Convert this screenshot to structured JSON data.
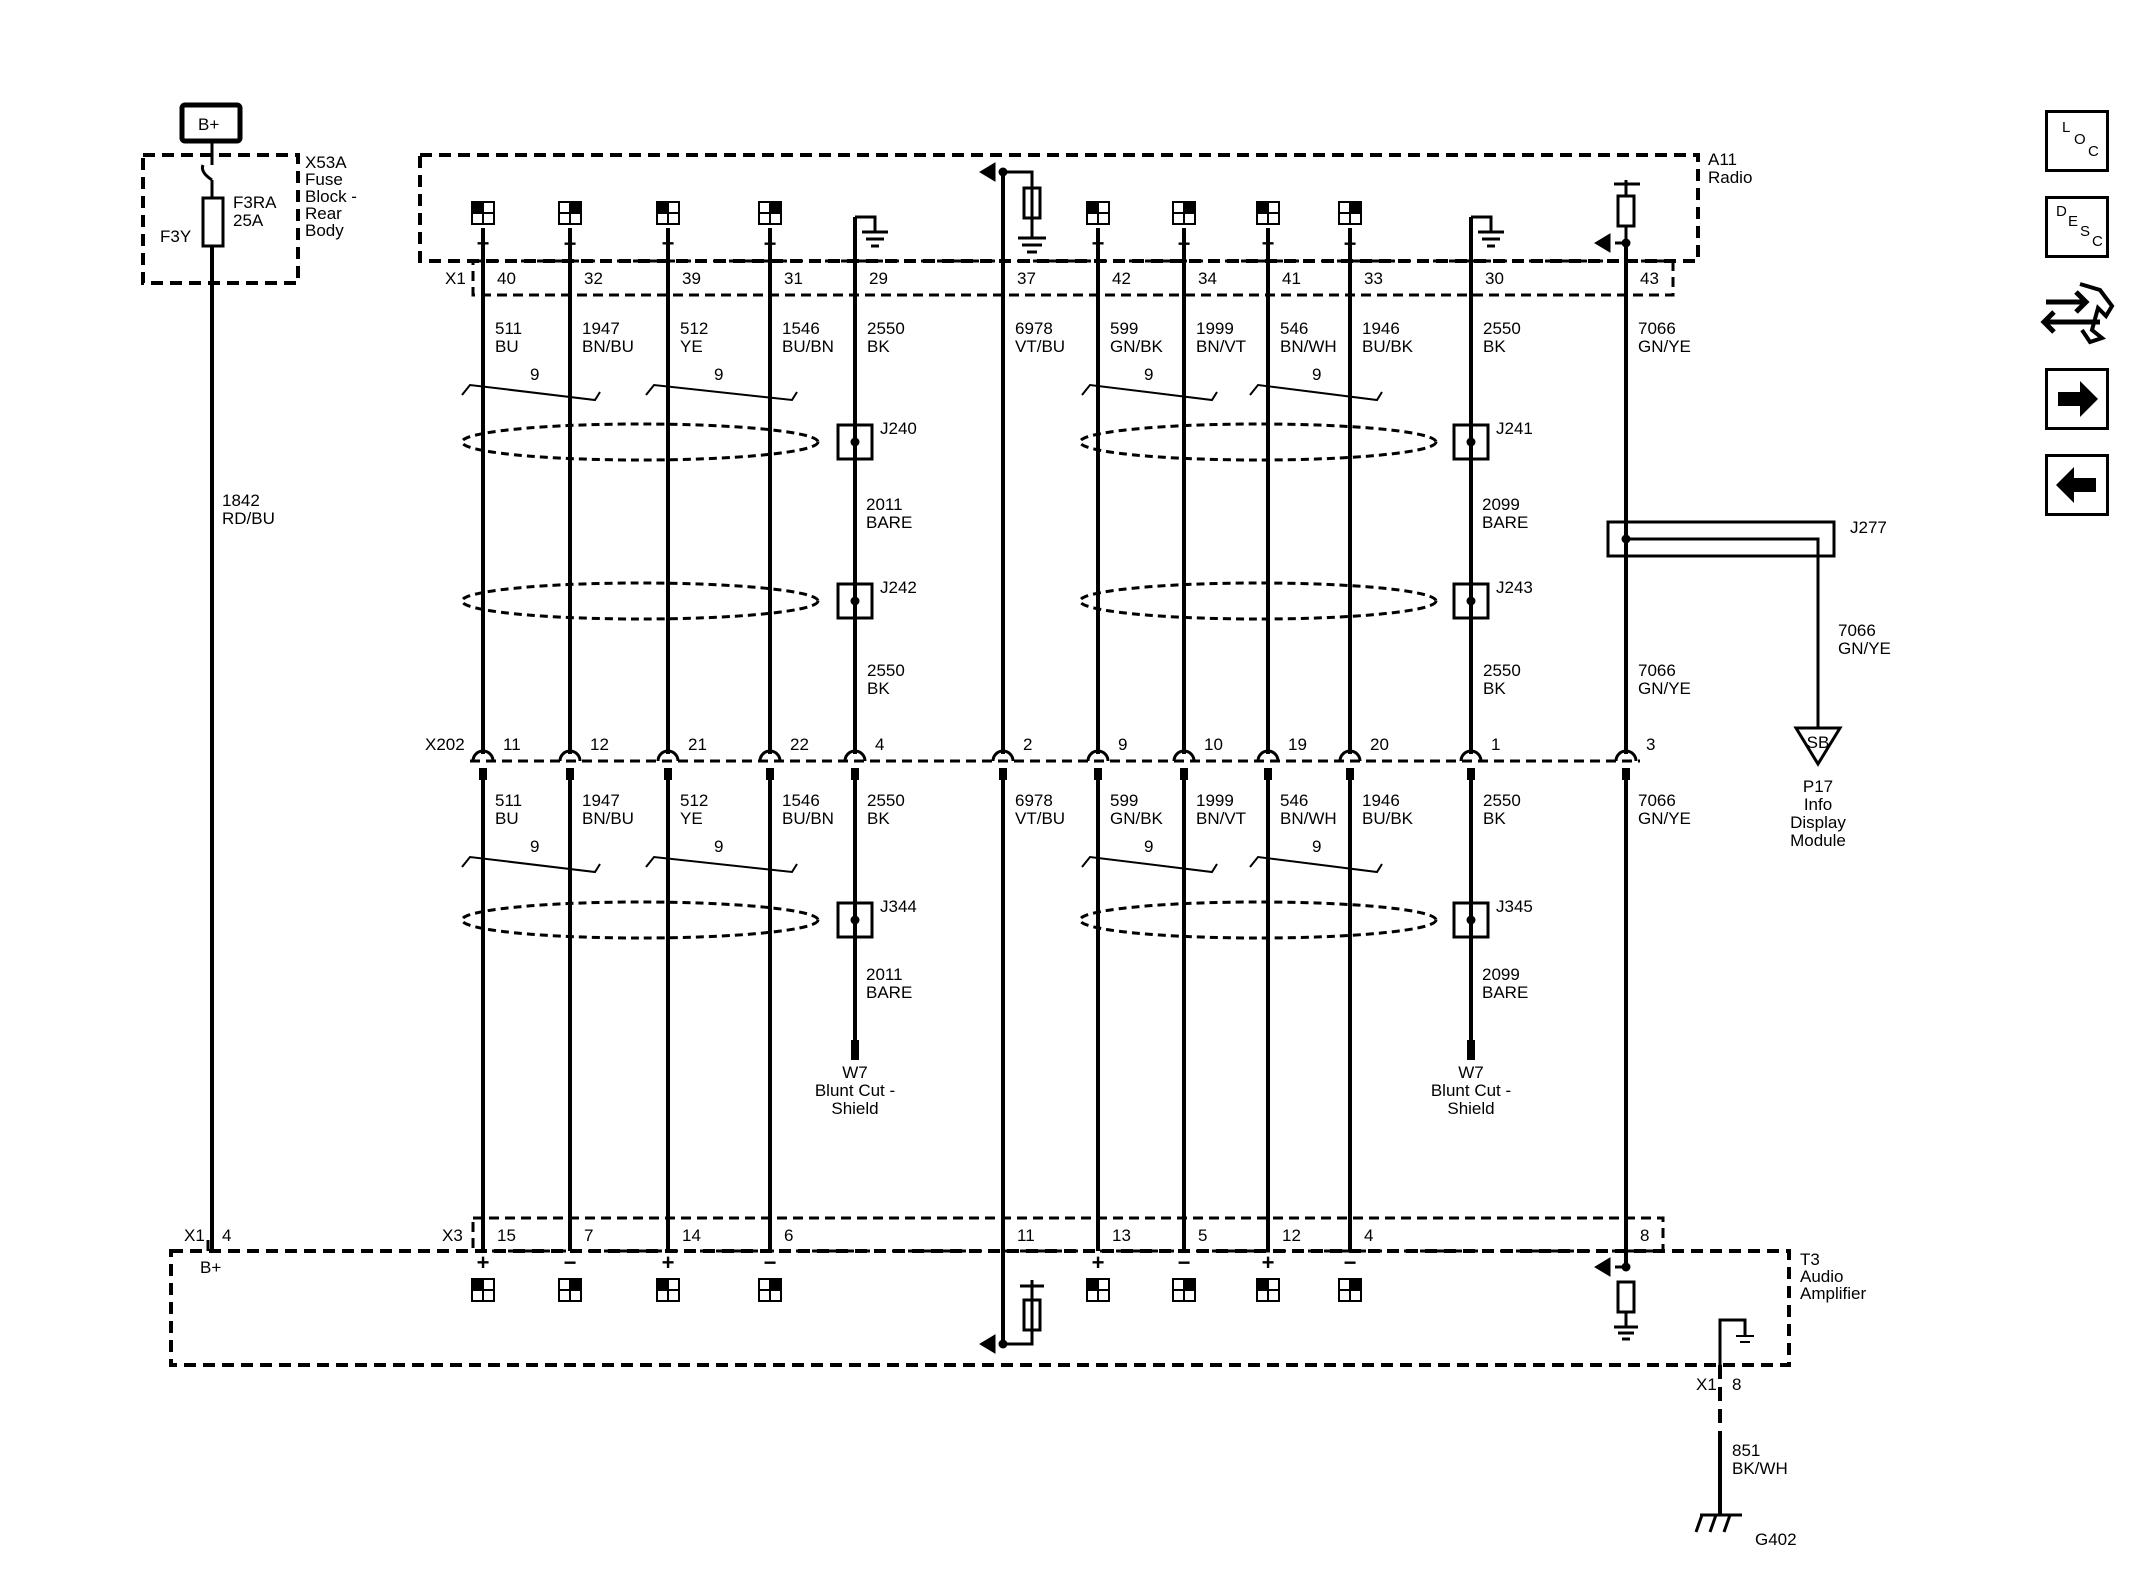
{
  "battery_label": "B+",
  "fuse_block": {
    "connector": "X53A",
    "name_lines": [
      "Fuse",
      "Block -",
      "Rear",
      "Body"
    ],
    "fuse_ref": "F3RA",
    "fuse_rating": "25A",
    "fuse_id": "F3Y"
  },
  "feed_wire": {
    "circuit": "1842",
    "color": "RD/BU"
  },
  "radio": {
    "ref": "A11",
    "name": "Radio",
    "connector": "X1"
  },
  "amplifier": {
    "ref": "T3",
    "name_lines": [
      "Audio",
      "Amplifier"
    ],
    "connector": "X3",
    "feed_connector": "X1",
    "feed_pin": "4",
    "feed_label": "B+",
    "ground_connector": "X1",
    "ground_pin": "8"
  },
  "inline_connector": "X202",
  "wires": [
    {
      "upper_pin": "40",
      "circuit": "511",
      "color": "BU",
      "x202_pin": "11",
      "lower_pin": "15",
      "sign": "+"
    },
    {
      "upper_pin": "32",
      "circuit": "1947",
      "color": "BN/BU",
      "x202_pin": "12",
      "lower_pin": "7",
      "sign": "−"
    },
    {
      "upper_pin": "39",
      "circuit": "512",
      "color": "YE",
      "x202_pin": "21",
      "lower_pin": "14",
      "sign": "+"
    },
    {
      "upper_pin": "31",
      "circuit": "1546",
      "color": "BU/BN",
      "x202_pin": "22",
      "lower_pin": "6",
      "sign": "−"
    },
    {
      "upper_pin": "29",
      "circuit": "2550",
      "color": "BK",
      "x202_pin": "4",
      "lower_pin": "",
      "sign": ""
    },
    {
      "upper_pin": "37",
      "circuit": "6978",
      "color": "VT/BU",
      "x202_pin": "2",
      "lower_pin": "11",
      "sign": ""
    },
    {
      "upper_pin": "42",
      "circuit": "599",
      "color": "GN/BK",
      "x202_pin": "9",
      "lower_pin": "13",
      "sign": "+"
    },
    {
      "upper_pin": "34",
      "circuit": "1999",
      "color": "BN/VT",
      "x202_pin": "10",
      "lower_pin": "5",
      "sign": "−"
    },
    {
      "upper_pin": "41",
      "circuit": "546",
      "color": "BN/WH",
      "x202_pin": "19",
      "lower_pin": "12",
      "sign": "+"
    },
    {
      "upper_pin": "33",
      "circuit": "1946",
      "color": "BU/BK",
      "x202_pin": "20",
      "lower_pin": "4",
      "sign": "−"
    },
    {
      "upper_pin": "30",
      "circuit": "2550",
      "color": "BK",
      "x202_pin": "1",
      "lower_pin": "",
      "sign": ""
    },
    {
      "upper_pin": "43",
      "circuit": "7066",
      "color": "GN/YE",
      "x202_pin": "3",
      "lower_pin": "8",
      "sign": ""
    }
  ],
  "twist_count": "9",
  "shield_splices": {
    "upper_left": "J240",
    "upper_right": "J241",
    "mid_left": "J242",
    "mid_right": "J243",
    "lower_left": "J344",
    "lower_right": "J345"
  },
  "drain_wires": {
    "left": {
      "circuit": "2011",
      "color": "BARE"
    },
    "right": {
      "circuit": "2099",
      "color": "BARE"
    }
  },
  "shield_end": {
    "ref": "W7",
    "lines": [
      "Blunt Cut -",
      "Shield"
    ]
  },
  "branch_splice": "J277",
  "branch_wire": {
    "circuit": "7066",
    "color": "GN/YE"
  },
  "info_module": {
    "connector_tag": "SB",
    "ref": "P17",
    "lines": [
      "Info",
      "Display",
      "Module"
    ]
  },
  "ground_wire": {
    "circuit": "851",
    "color": "BK/WH"
  },
  "ground_ref": "G402",
  "nav_buttons": {
    "loc": [
      "L",
      "O",
      "C"
    ],
    "desc": [
      "D",
      "E",
      "S",
      "C"
    ],
    "icons": [
      "connector-swap-icon",
      "arrow-right-icon",
      "arrow-left-icon"
    ]
  }
}
